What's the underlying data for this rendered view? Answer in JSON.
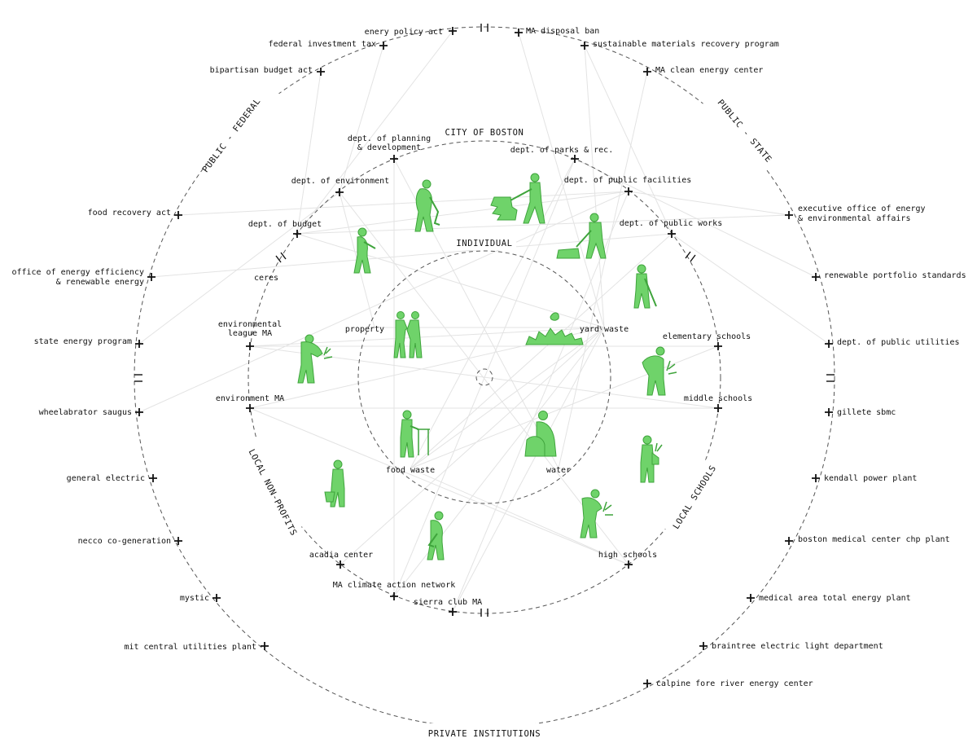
{
  "colors": {
    "figure_fill": "#6fd36a",
    "figure_stroke": "#3fa43c",
    "ring": "#555555",
    "connector": "#e3e3e3",
    "text": "#111111"
  },
  "sections": {
    "public_federal": "PUBLIC - FEDERAL",
    "public_state": "PUBLIC - STATE",
    "private_institutions": "PRIVATE INSTITUTIONS",
    "city_of_boston": "CITY OF BOSTON",
    "local_nonprofits": "LOCAL NON-PROFITS",
    "local_schools": "LOCAL SCHOOLS",
    "individual": "INDIVIDUAL"
  },
  "outer_nodes": [
    {
      "id": "o1",
      "label": "enery policy act"
    },
    {
      "id": "o2",
      "label": "federal investment tax"
    },
    {
      "id": "o3",
      "label": "bipartisan budget act"
    },
    {
      "id": "o4",
      "label": "food recovery act"
    },
    {
      "id": "o5",
      "label": [
        "office of energy efficiency",
        "& renewable energy"
      ]
    },
    {
      "id": "o6",
      "label": "state energy program"
    },
    {
      "id": "o7",
      "label": "wheelabrator saugus"
    },
    {
      "id": "o8",
      "label": "general electric"
    },
    {
      "id": "o9",
      "label": "necco co-generation"
    },
    {
      "id": "o10",
      "label": "mystic"
    },
    {
      "id": "o11",
      "label": "mit central utilities plant"
    },
    {
      "id": "o12",
      "label": "MA disposal ban"
    },
    {
      "id": "o13",
      "label": "sustainable materials recovery program"
    },
    {
      "id": "o14",
      "label": "MA clean energy center"
    },
    {
      "id": "o15",
      "label": [
        "executive office of energy",
        "& environmental affairs"
      ]
    },
    {
      "id": "o16",
      "label": "renewable portfolio standards"
    },
    {
      "id": "o17",
      "label": "dept. of public utilities"
    },
    {
      "id": "o18",
      "label": "gillete sbmc"
    },
    {
      "id": "o19",
      "label": "kendall power plant"
    },
    {
      "id": "o20",
      "label": "boston medical center chp plant"
    },
    {
      "id": "o21",
      "label": "medical area total energy plant"
    },
    {
      "id": "o22",
      "label": "braintree electric light department"
    },
    {
      "id": "o23",
      "label": "calpine fore river energy center"
    }
  ],
  "middle_nodes": [
    {
      "id": "m1",
      "label": [
        "dept. of planning",
        "& development"
      ]
    },
    {
      "id": "m2",
      "label": "dept. of environment"
    },
    {
      "id": "m3",
      "label": "dept. of budget"
    },
    {
      "id": "m4",
      "label": "ceres"
    },
    {
      "id": "m5",
      "label": [
        "environmental",
        "league MA"
      ]
    },
    {
      "id": "m6",
      "label": "environment MA"
    },
    {
      "id": "m7",
      "label": "acadia center"
    },
    {
      "id": "m8",
      "label": "MA climate action network"
    },
    {
      "id": "m9",
      "label": "sierra club MA"
    },
    {
      "id": "m10",
      "label": "dept. of parks & rec."
    },
    {
      "id": "m11",
      "label": "dept. of public facilities"
    },
    {
      "id": "m12",
      "label": "dept. of public works"
    },
    {
      "id": "m13",
      "label": "elementary schools"
    },
    {
      "id": "m14",
      "label": "middle schools"
    },
    {
      "id": "m15",
      "label": "high schools"
    }
  ],
  "inner_labels": [
    {
      "id": "i1",
      "label": "property"
    },
    {
      "id": "i2",
      "label": "yard waste"
    },
    {
      "id": "i3",
      "label": "food waste"
    },
    {
      "id": "i4",
      "label": "water"
    }
  ],
  "figures": [
    {
      "id": "f1",
      "icon": "person-shoveling-icon"
    },
    {
      "id": "f2",
      "icon": "person-dragging-tree-icon"
    },
    {
      "id": "f3",
      "icon": "person-mowing-icon"
    },
    {
      "id": "f4",
      "icon": "person-raking-icon"
    },
    {
      "id": "f5",
      "icon": "person-digging-icon"
    },
    {
      "id": "f6",
      "icon": "person-planting-icon"
    },
    {
      "id": "f7",
      "icon": "person-planting-icon"
    },
    {
      "id": "f8",
      "icon": "person-carrying-plant-icon"
    },
    {
      "id": "f9",
      "icon": "person-carrying-basket-icon"
    },
    {
      "id": "f10",
      "icon": "person-watering-icon"
    },
    {
      "id": "f11",
      "icon": "person-planting-icon"
    },
    {
      "id": "f12",
      "icon": "people-handshake-icon"
    },
    {
      "id": "f13",
      "icon": "leaf-pile-icon"
    },
    {
      "id": "f14",
      "icon": "person-at-bin-icon"
    },
    {
      "id": "f15",
      "icon": "person-with-bags-icon"
    }
  ]
}
